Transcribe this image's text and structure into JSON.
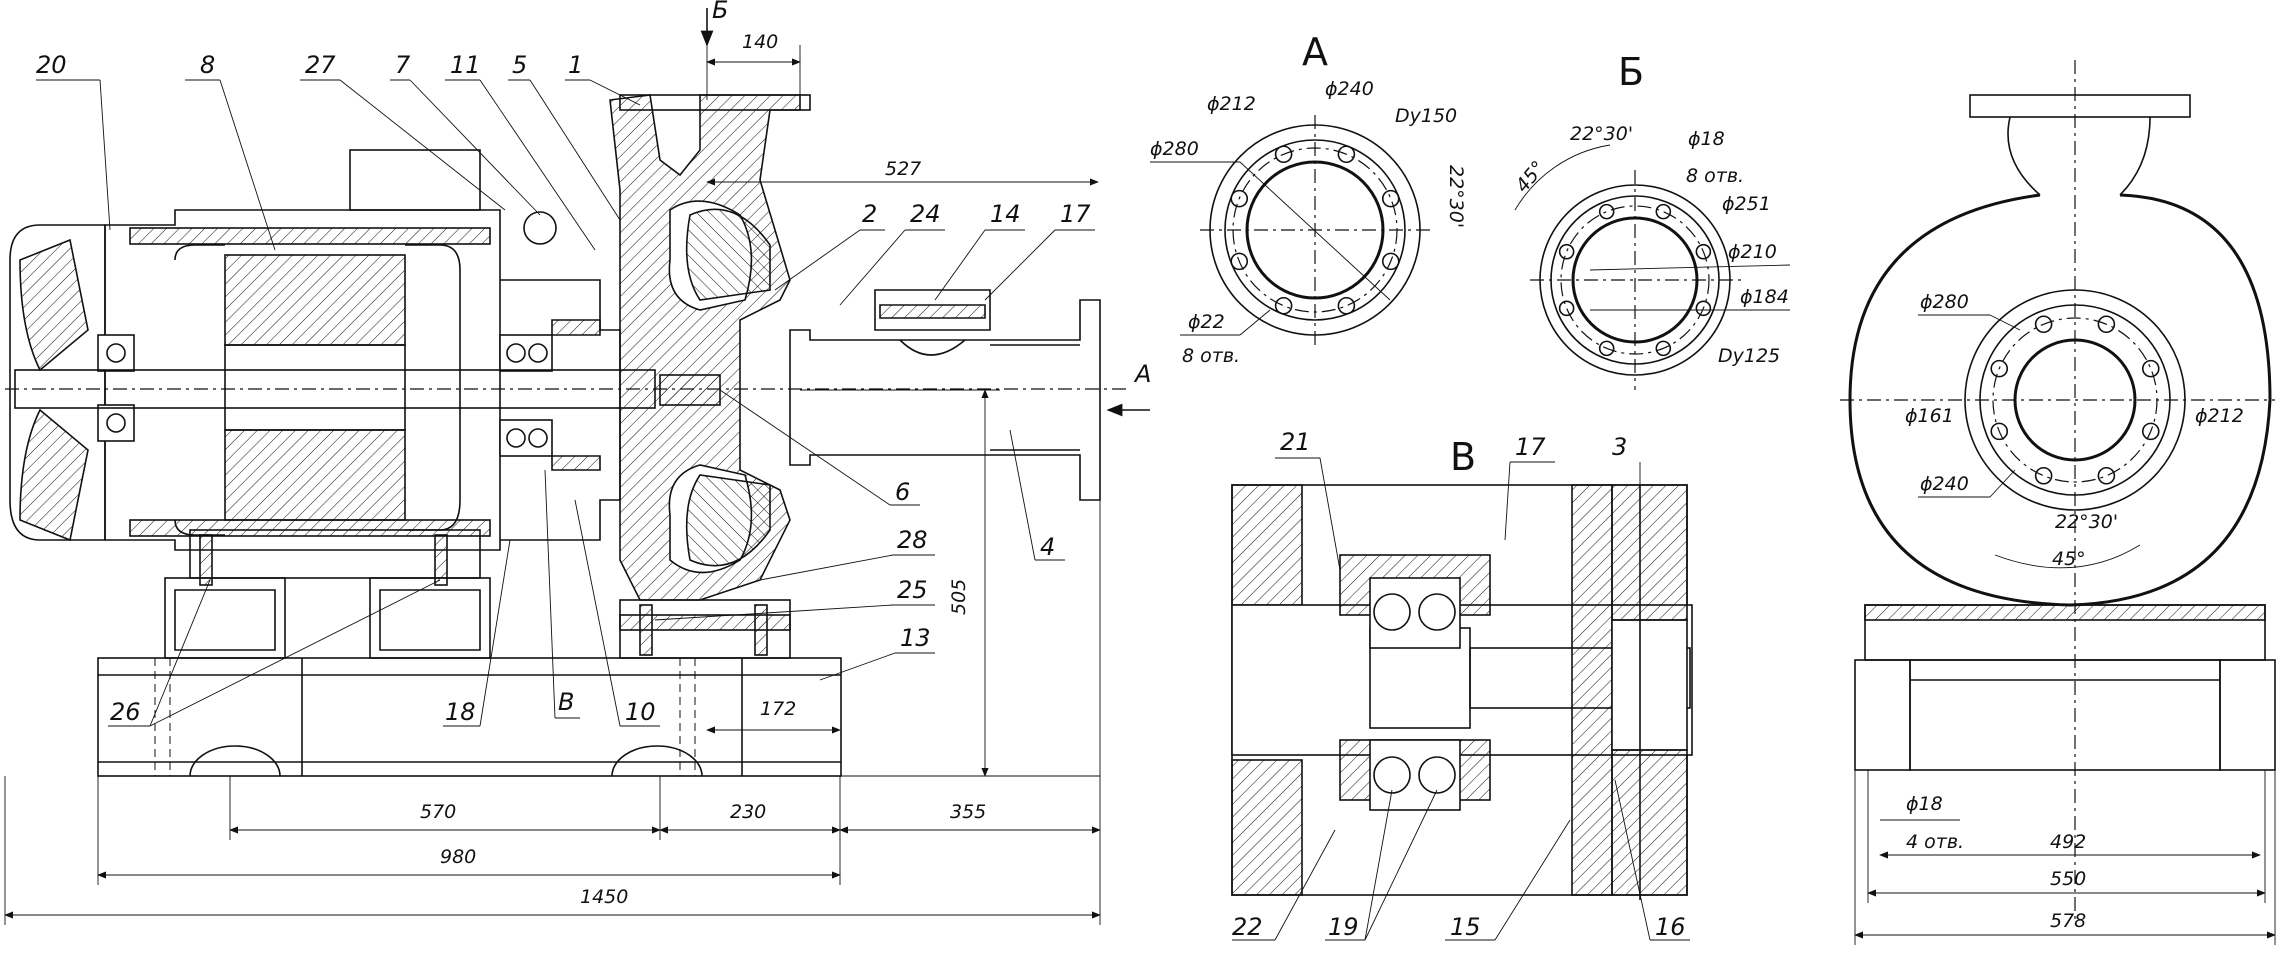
{
  "views": {
    "section_A": "А",
    "section_B": "Б",
    "section_V": "В"
  },
  "flow_arrow": "А",
  "main_labels": [
    "20",
    "8",
    "27",
    "7",
    "11",
    "5",
    "1",
    "2",
    "24",
    "14",
    "17",
    "6",
    "4",
    "28",
    "25",
    "13",
    "26",
    "18",
    "В",
    "10"
  ],
  "main_dims": {
    "d140": "140",
    "d527": "527",
    "d505": "505",
    "d172": "172",
    "d570": "570",
    "d230": "230",
    "d355": "355",
    "d980": "980",
    "d1450": "1450"
  },
  "view_A": {
    "d212": "ϕ212",
    "d240": "ϕ240",
    "dy150": "Dy150",
    "d280": "ϕ280",
    "a22": "22°30'",
    "d22": "ϕ22",
    "holes": "8 отв."
  },
  "view_B": {
    "a45": "45°",
    "a22": "22°30'",
    "d18": "ϕ18",
    "holes": "8 отв.",
    "d251": "ϕ251",
    "d210": "ϕ210",
    "d184": "ϕ184",
    "dy125": "Dy125"
  },
  "view_V": {
    "l21": "21",
    "l17": "17",
    "l3": "3",
    "l22": "22",
    "l19": "19",
    "l15": "15",
    "l16": "16"
  },
  "end_view": {
    "d280": "ϕ280",
    "d161": "ϕ161",
    "d212": "ϕ212",
    "d240": "ϕ240",
    "a22": "22°30'",
    "a45": "45°",
    "d18": "ϕ18",
    "holes": "4 отв.",
    "d492": "492",
    "d550": "550",
    "d578": "578"
  }
}
